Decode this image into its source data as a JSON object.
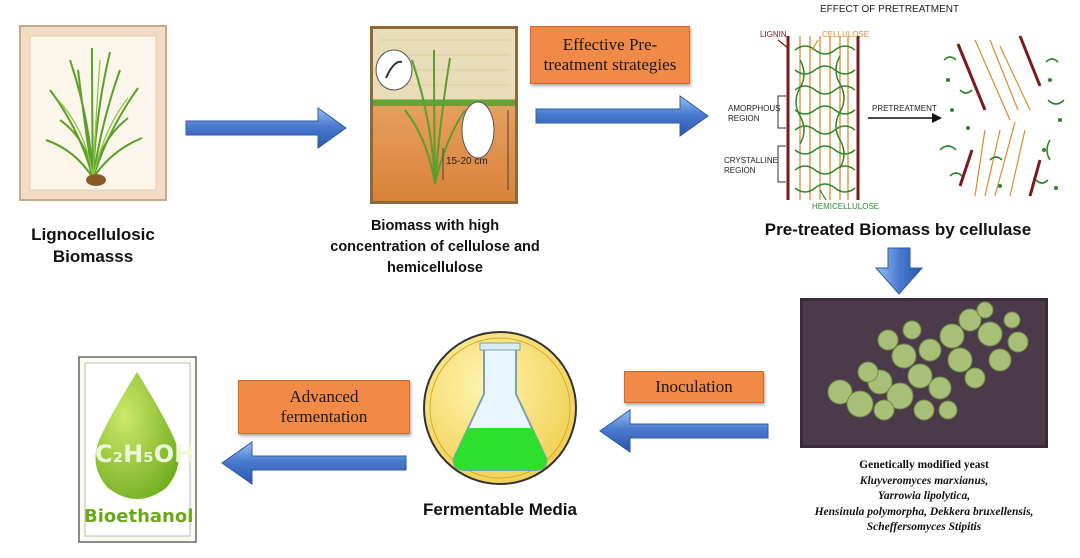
{
  "stages": {
    "biomass": {
      "label": "Lignocellulosic Biomasss"
    },
    "high_cellulose": {
      "label_line1": "Biomass  with high",
      "label_line2": "concentration  of  cellulose and",
      "label_line3": "hemicellulose",
      "measure": "15-20 cm"
    },
    "pretreated": {
      "label": "Pre-treated Biomass by cellulase"
    },
    "yeast": {
      "title": "Genetically  modified yeast",
      "species": [
        "Kluyveromyces marxianus,",
        "Yarrowia lipolytica,",
        "Hensinula polymorpha, Dekkera bruxellensis,",
        "Scheffersomyces Stipitis"
      ]
    },
    "media": {
      "label": "Fermentable Media"
    },
    "bioethanol": {
      "formula": "C₂H₅OH",
      "label": "Bioethanol"
    }
  },
  "steps": {
    "pretreatment": {
      "line1": "Effective Pre-",
      "line2": "treatment strategies"
    },
    "inoculation": {
      "label": "Inoculation"
    },
    "fermentation": {
      "line1": "Advanced",
      "line2": "fermentation"
    }
  },
  "pretreatment_diagram": {
    "title": "EFFECT OF PRETREATMENT",
    "lignin": "LIGNIN",
    "cellulose": "CELLULOSE",
    "amorphous_line1": "AMORPHOUS",
    "amorphous_line2": "REGION",
    "crystalline_line1": "CRYSTALLINE",
    "crystalline_line2": "REGION",
    "hemicellulose": "HEMICELLULOSE",
    "pretreatment_arrow": "PRETREATMENT"
  },
  "colors": {
    "arrow_blue": "#4a7bd0",
    "step_orange": "#f08a46",
    "lignin": "#7a1a1a",
    "cellulose": "#e08a2a",
    "hemicellulose": "#2a8a2a"
  }
}
